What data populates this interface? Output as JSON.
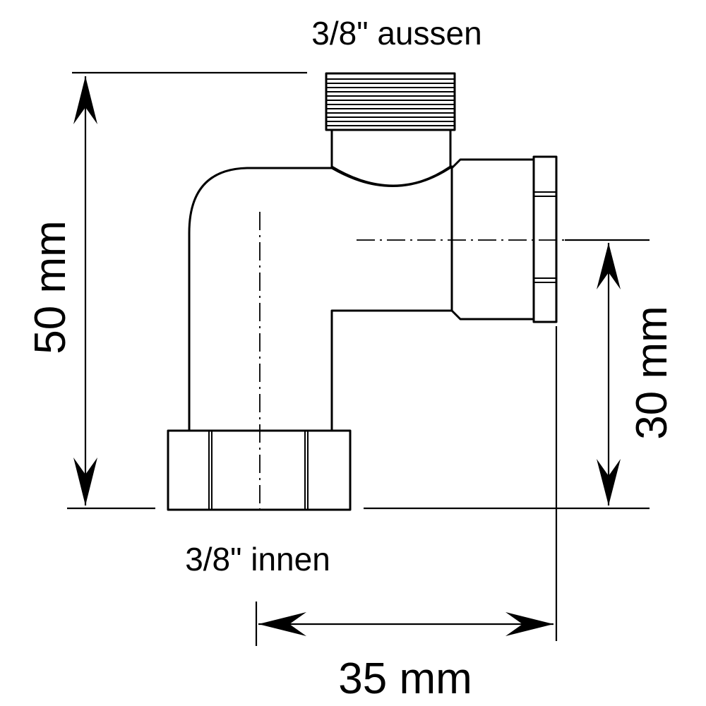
{
  "labels": {
    "top_thread": "3/8ʺ aussen",
    "bottom_thread": "3/8ʺ innen",
    "height_total": "50 mm",
    "height_outlet": "30 mm",
    "width_offset": "35 mm"
  }
}
